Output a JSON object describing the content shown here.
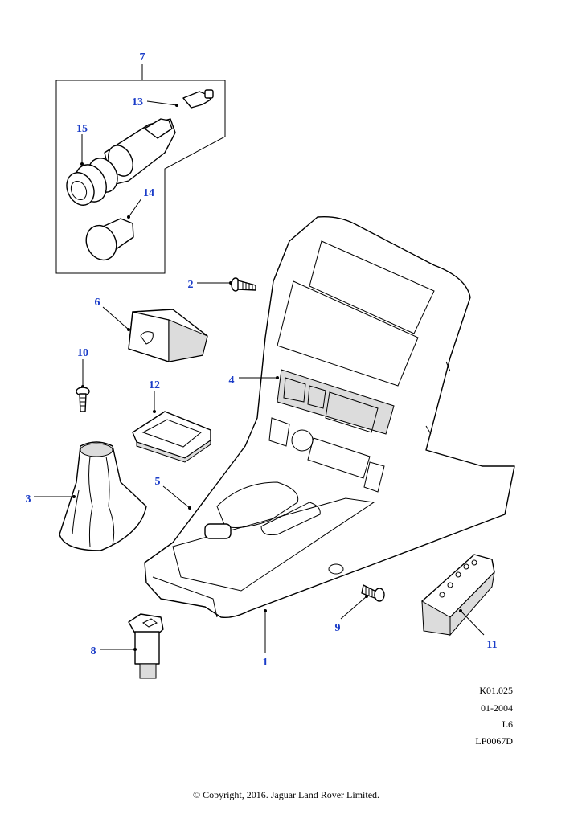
{
  "callouts": {
    "c1": "1",
    "c2": "2",
    "c3": "3",
    "c4": "4",
    "c5": "5",
    "c6": "6",
    "c7": "7",
    "c8": "8",
    "c9": "9",
    "c10": "10",
    "c11": "11",
    "c12": "12",
    "c13": "13",
    "c14": "14",
    "c15": "15"
  },
  "meta": {
    "ref": "K01.025",
    "date": "01-2004",
    "model": "L6",
    "part_ref": "LP0067D"
  },
  "copyright": "© Copyright, 2016. Jaguar Land Rover Limited.",
  "colors": {
    "callout": "#1a3cc8",
    "line": "#000000"
  }
}
